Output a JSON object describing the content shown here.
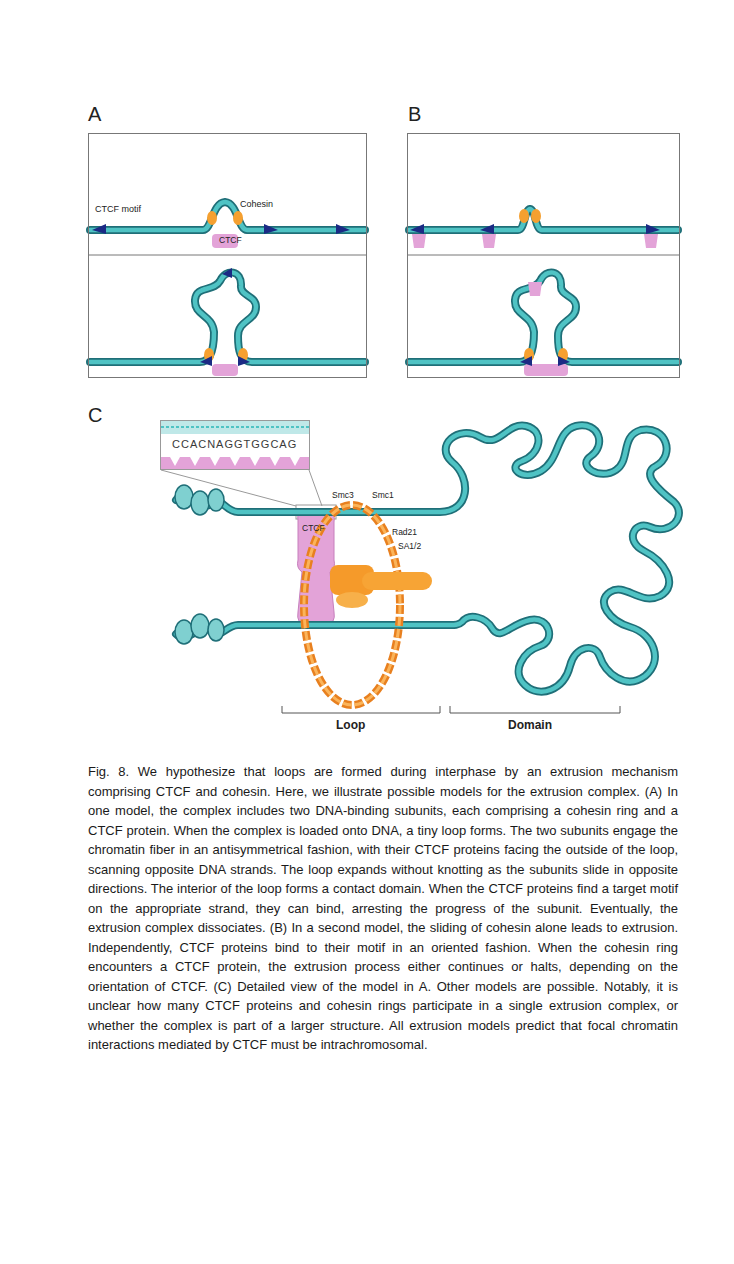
{
  "diagram": {
    "caption": "Fig. 8. We hypothesize that loops are formed during interphase by an extrusion mechanism comprising CTCF and cohesin. Here, we illustrate possible models for the extrusion complex. (A) In one model, the complex includes two DNA-binding subunits, each comprising a cohesin ring and a CTCF protein. When the complex is loaded onto DNA, a tiny loop forms. The two subunits engage the chromatin fiber in an antisymmetrical fashion, with their CTCF proteins facing the outside of the loop, scanning opposite DNA strands. The loop expands without knotting as the subunits slide in opposite directions. The interior of the loop forms a contact domain. When the CTCF proteins find a target motif on the appropriate strand, they can bind, arresting the progress of the subunit. Eventually, the extrusion complex dissociates. (B) In a second model, the sliding of cohesin alone leads to extrusion. Independently, CTCF proteins bind to their motif in an oriented fashion. When the cohesin ring encounters a CTCF protein, the extrusion process either continues or halts, depending on the orientation of CTCF. (C) Detailed view of the model in A. Other models are possible. Notably, it is unclear how many CTCF proteins and cohesin rings participate in a single extrusion complex, or whether the complex is part of a larger structure. All extrusion models predict that focal chromatin interactions mediated by CTCF must be intrachromosomal.",
    "nodes": [
      {
        "text": [
          "A",
          "CTCF motif",
          "Cohesin",
          "CTCF"
        ]
      },
      {
        "text": [
          "B"
        ]
      },
      {
        "text": [
          "CCACNAGGTGGCAG"
        ]
      }
    ],
    "labels": [
      "C",
      "Smc3",
      "Smc1",
      "CTCF",
      "Rad21",
      "SA1/2",
      "Loop",
      "Domain"
    ]
  }
}
